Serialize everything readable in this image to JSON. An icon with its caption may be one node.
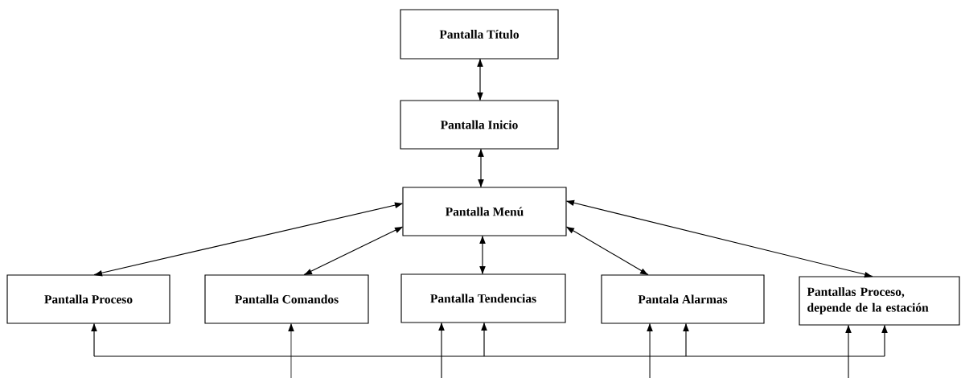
{
  "diagram": {
    "nodes": [
      {
        "text": [
          "Pantalla Título"
        ]
      },
      {
        "text": [
          "Pantalla Inicio"
        ]
      },
      {
        "text": [
          "Pantalla Menú"
        ]
      },
      {
        "text": [
          "Pantalla Proceso"
        ]
      },
      {
        "text": [
          "Pantalla Comandos"
        ]
      },
      {
        "text": [
          "Pantalla Tendencias"
        ]
      },
      {
        "text": [
          "Pantala Alarmas"
        ]
      },
      {
        "text": [
          "Pantallas Proceso, depende de la estación"
        ]
      }
    ],
    "edges": [
      {
        "from": 0,
        "to": 1,
        "arrow": "both"
      },
      {
        "from": 1,
        "to": 2,
        "arrow": "both"
      },
      {
        "from": 2,
        "to": 3,
        "arrow": "both"
      },
      {
        "from": 2,
        "to": 4,
        "arrow": "both"
      },
      {
        "from": 2,
        "to": 5,
        "arrow": "both"
      },
      {
        "from": 2,
        "to": 6,
        "arrow": "both"
      },
      {
        "from": 2,
        "to": 7,
        "arrow": "both"
      },
      {
        "from": 3,
        "to": 5,
        "arrow": "both"
      },
      {
        "from": 5,
        "to": 6,
        "arrow": "both"
      },
      {
        "from": 6,
        "to": 7,
        "arrow": "both"
      },
      {
        "from": null,
        "to": 4,
        "arrow": "to"
      },
      {
        "from": null,
        "to": 5,
        "arrow": "to"
      },
      {
        "from": null,
        "to": 6,
        "arrow": "to"
      },
      {
        "from": null,
        "to": 7,
        "arrow": "to"
      }
    ]
  }
}
